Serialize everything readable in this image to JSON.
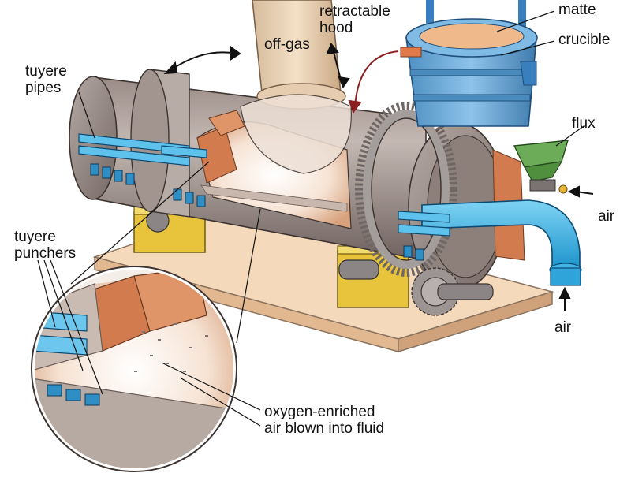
{
  "labels": {
    "retractable_hood": [
      "retractable",
      "hood"
    ],
    "off_gas": "off-gas",
    "matte": "matte",
    "crucible": "crucible",
    "tuyere_pipes": [
      "tuyere",
      "pipes"
    ],
    "flux": "flux",
    "air_right": "air",
    "air_bottom": "air",
    "tuyere_punchers": [
      "tuyere",
      "punchers"
    ],
    "oxygen_enriched": [
      "oxygen-enriched",
      "air blown into fluid"
    ]
  },
  "colors": {
    "shell": "#a89a94",
    "shell_dark": "#7d6f6a",
    "blue_pipe": "#3fb4e6",
    "crucible": "#5d9fd0",
    "refractory": "#d27b4f",
    "base": "#f4d7b7",
    "support": "#e8c940",
    "gear": "#9c9593"
  }
}
